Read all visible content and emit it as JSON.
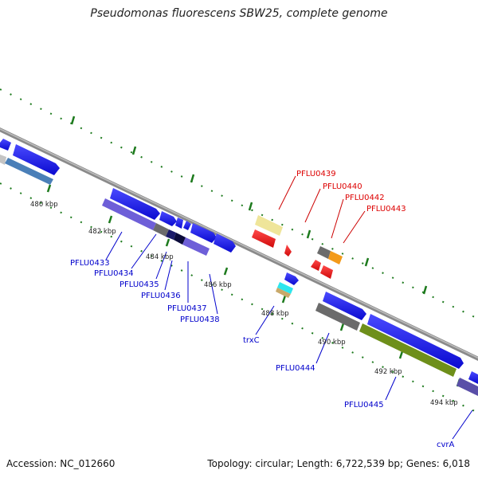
{
  "title": "Pseudomonas fluorescens SBW25, complete genome",
  "footer": {
    "accession": "Accession: NC_012660",
    "stats": "Topology: circular; Length: 6,722,539 bp; Genes: 6,018"
  },
  "colors": {
    "forward_gene": "#1a1aee",
    "reverse_gene": "#ee1111",
    "forward_label": "#0000cc",
    "reverse_label": "#dd0000",
    "backbone": "#888888",
    "tick": "#1d7a1d"
  },
  "scale_labels": [
    "480 kbp",
    "482 kbp",
    "484 kbp",
    "486 kbp",
    "488 kbp",
    "490 kbp",
    "492 kbp",
    "494 kbp"
  ],
  "forward_labels": [
    "PFLU0433",
    "PFLU0434",
    "PFLU0435",
    "PFLU0436",
    "PFLU0437",
    "PFLU0438",
    "trxC",
    "PFLU0444",
    "PFLU0445",
    "cvrA"
  ],
  "reverse_labels": [
    "PFLU0439",
    "PFLU0440",
    "PFLU0442",
    "PFLU0443"
  ]
}
